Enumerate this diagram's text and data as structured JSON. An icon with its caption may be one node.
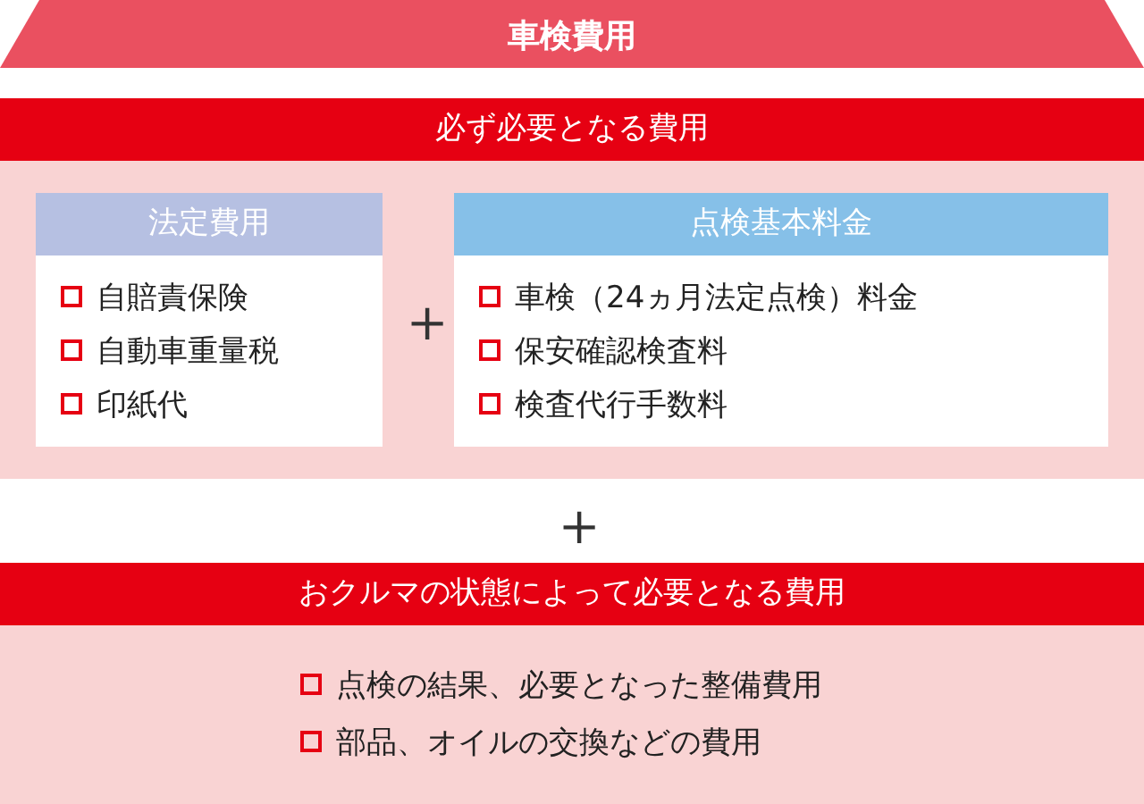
{
  "diagram": {
    "title": "車検費用",
    "nodes": [
      {
        "text": [
          "必ず必要となる費用"
        ]
      },
      {
        "text": [
          "法定費用",
          "自賠責保険",
          "自動車重量税",
          "印紙代"
        ],
        "in": 0
      },
      {
        "text": [
          "点検基本料金",
          "車検（24ヵ月法定点検）料金",
          "保安確認検査料",
          "検査代行手数料"
        ],
        "in": 0
      },
      {
        "text": [
          "おクルマの状態によって必要となる費用",
          "点検の結果、必要となった整備費用",
          "部品、オイルの交換などの費用"
        ]
      }
    ],
    "edges": [],
    "labels": [
      "＋",
      "＋"
    ]
  }
}
